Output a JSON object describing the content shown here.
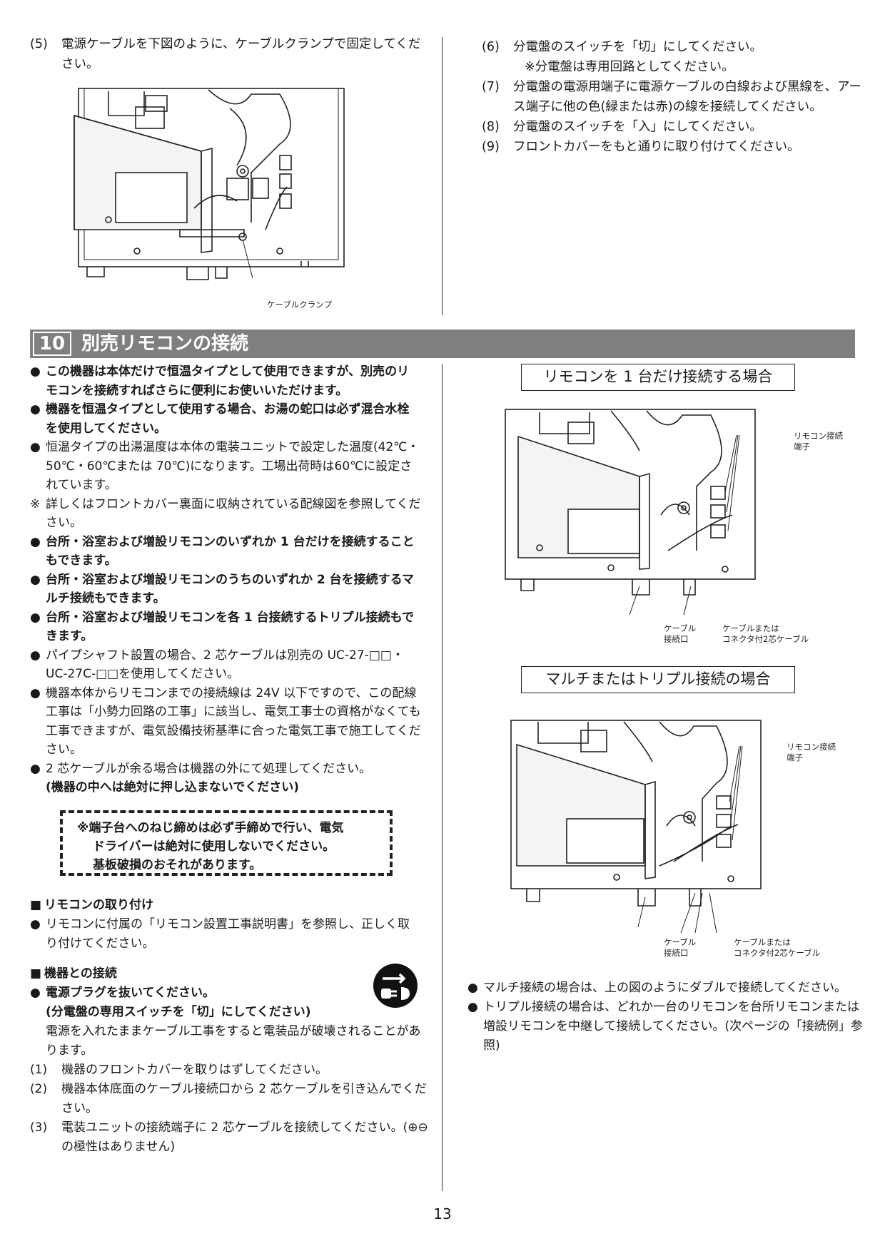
{
  "top_left": {
    "step5": {
      "num": "(5)",
      "text": "電源ケーブルを下図のように、ケーブルクランプで固定してください。"
    },
    "caption_clamp": "ケーブルクランプ"
  },
  "top_right": {
    "steps": [
      {
        "num": "(6)",
        "text": "分電盤のスイッチを「切」にしてください。"
      },
      {
        "num": "",
        "text": "※分電盤は専用回路としてください。"
      },
      {
        "num": "(7)",
        "text": "分電盤の電源用端子に電源ケーブルの白線および黒線を、アース端子に他の色(緑または赤)の線を接続してください。"
      },
      {
        "num": "(8)",
        "text": "分電盤のスイッチを「入」にしてください。"
      },
      {
        "num": "(9)",
        "text": "フロントカバーをもと通りに取り付けてください。"
      }
    ]
  },
  "section": {
    "number": "10",
    "title": "別売リモコンの接続"
  },
  "left_bullets": [
    {
      "type": "dot",
      "bold": true,
      "text": "この機器は本体だけで恒温タイプとして使用できますが、別売のリモコンを接続すればさらに便利にお使いいただけます。"
    },
    {
      "type": "dot",
      "bold": true,
      "text": "機器を恒温タイプとして使用する場合、お湯の蛇口は必ず混合水栓を使用してください。"
    },
    {
      "type": "dot",
      "bold": false,
      "text": "恒温タイプの出湯温度は本体の電装ユニットで設定した温度(42℃・50℃・60℃または 70℃)になります。工場出荷時は60℃に設定されています。"
    },
    {
      "type": "ast",
      "bold": false,
      "text": "詳しくはフロントカバー裏面に収納されている配線図を参照してください。"
    },
    {
      "type": "dot",
      "bold": true,
      "text": "台所・浴室および増設リモコンのいずれか 1 台だけを接続することもできます。"
    },
    {
      "type": "dot",
      "bold": true,
      "text": "台所・浴室および増設リモコンのうちのいずれか 2 台を接続するマルチ接続もできます。"
    },
    {
      "type": "dot",
      "bold": true,
      "text": "台所・浴室および増設リモコンを各 1 台接続するトリプル接続もできます。"
    },
    {
      "type": "dot",
      "bold": false,
      "text": "パイプシャフト設置の場合、2 芯ケーブルは別売の UC-27-□□・UC-27C-□□を使用してください。"
    },
    {
      "type": "dot",
      "bold": false,
      "text": "機器本体からリモコンまでの接続線は 24V 以下ですので、この配線工事は「小勢力回路の工事」に該当し、電気工事士の資格がなくても工事できますが、電気設備技術基準に合った電気工事で施工してください。"
    },
    {
      "type": "dot",
      "bold": false,
      "text": "2 芯ケーブルが余る場合は機器の外にて処理してください。"
    }
  ],
  "left_bold_note": "(機器の中へは絶対に押し込まないでください)",
  "warning_box": {
    "line1": "※端子台へのねじ締めは必ず手締めで行い、電気",
    "line2": "ドライバーは絶対に使用しないでください。",
    "line3": "基板破損のおそれがあります。"
  },
  "remote_install": {
    "heading": "リモコンの取り付け",
    "text": "リモコンに付属の「リモコン設置工事説明書」を参照し、正しく取り付けてください。"
  },
  "device_connect": {
    "heading": "機器との接続",
    "bullet_bold": "電源プラグを抜いてください。",
    "sub_bold": "(分電盤の専用スイッチを「切」にしてください)",
    "note": "電源を入れたままケーブル工事をすると電装品が破壊されることがあります。",
    "steps": [
      {
        "num": "(1)",
        "text": "機器のフロントカバーを取りはずしてください。"
      },
      {
        "num": "(2)",
        "text": "機器本体底面のケーブル接続口から 2 芯ケーブルを引き込んでください。"
      },
      {
        "num": "(3)",
        "text": "電装ユニットの接続端子に 2 芯ケーブルを接続してください。(⊕⊖の極性はありません)"
      }
    ]
  },
  "right": {
    "label1": "リモコンを 1 台だけ接続する場合",
    "label2": "マルチまたはトリプル接続の場合",
    "fig_caption_terminal": "リモコン接続\n端子",
    "fig_caption_port": "ケーブル\n接続口",
    "fig_caption_cable": "ケーブルまたは\nコネクタ付2芯ケーブル",
    "bullets": [
      "マルチ接続の場合は、上の図のようにダブルで接続してください。",
      "トリプル接続の場合は、どれか一台のリモコンを台所リモコンまたは増設リモコンを中継して接続してください。(次ページの「接続例」参照)"
    ]
  },
  "page_number": "13"
}
